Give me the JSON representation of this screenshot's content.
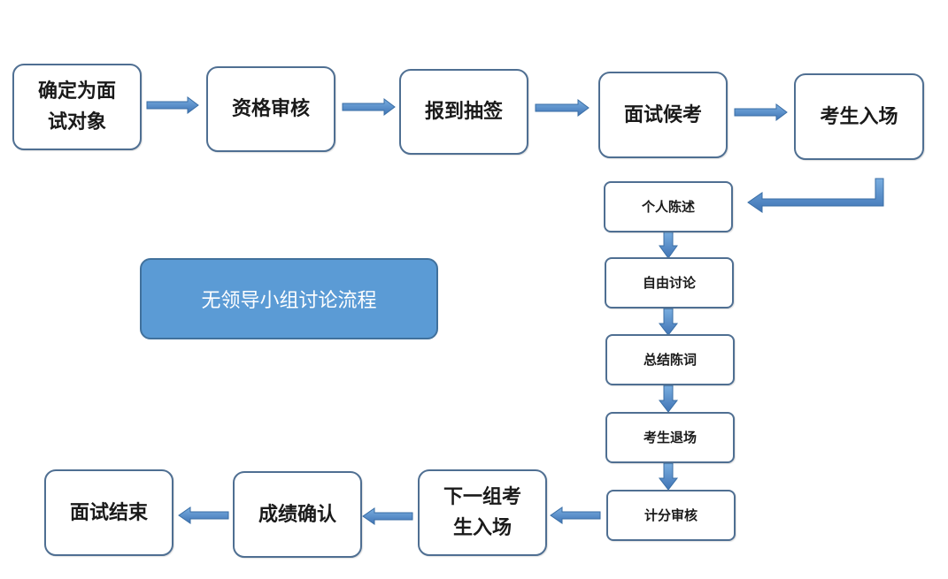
{
  "title": "无领导小组讨论流程",
  "steps": {
    "s1": "确定为面试对象",
    "s2": "资格审核",
    "s3": "报到抽签",
    "s4": "面试候考",
    "s5": "考生入场",
    "s6": "个人陈述",
    "s7": "自由讨论",
    "s8": "总结陈词",
    "s9": "考生退场",
    "s10": "计分审核",
    "s11": "下一组考生入场",
    "s12": "成绩确认",
    "s13": "面试结束"
  },
  "colors": {
    "accent": "#5b9bd5",
    "border": "#4f6f92",
    "arrow": "#5b8fc9"
  }
}
